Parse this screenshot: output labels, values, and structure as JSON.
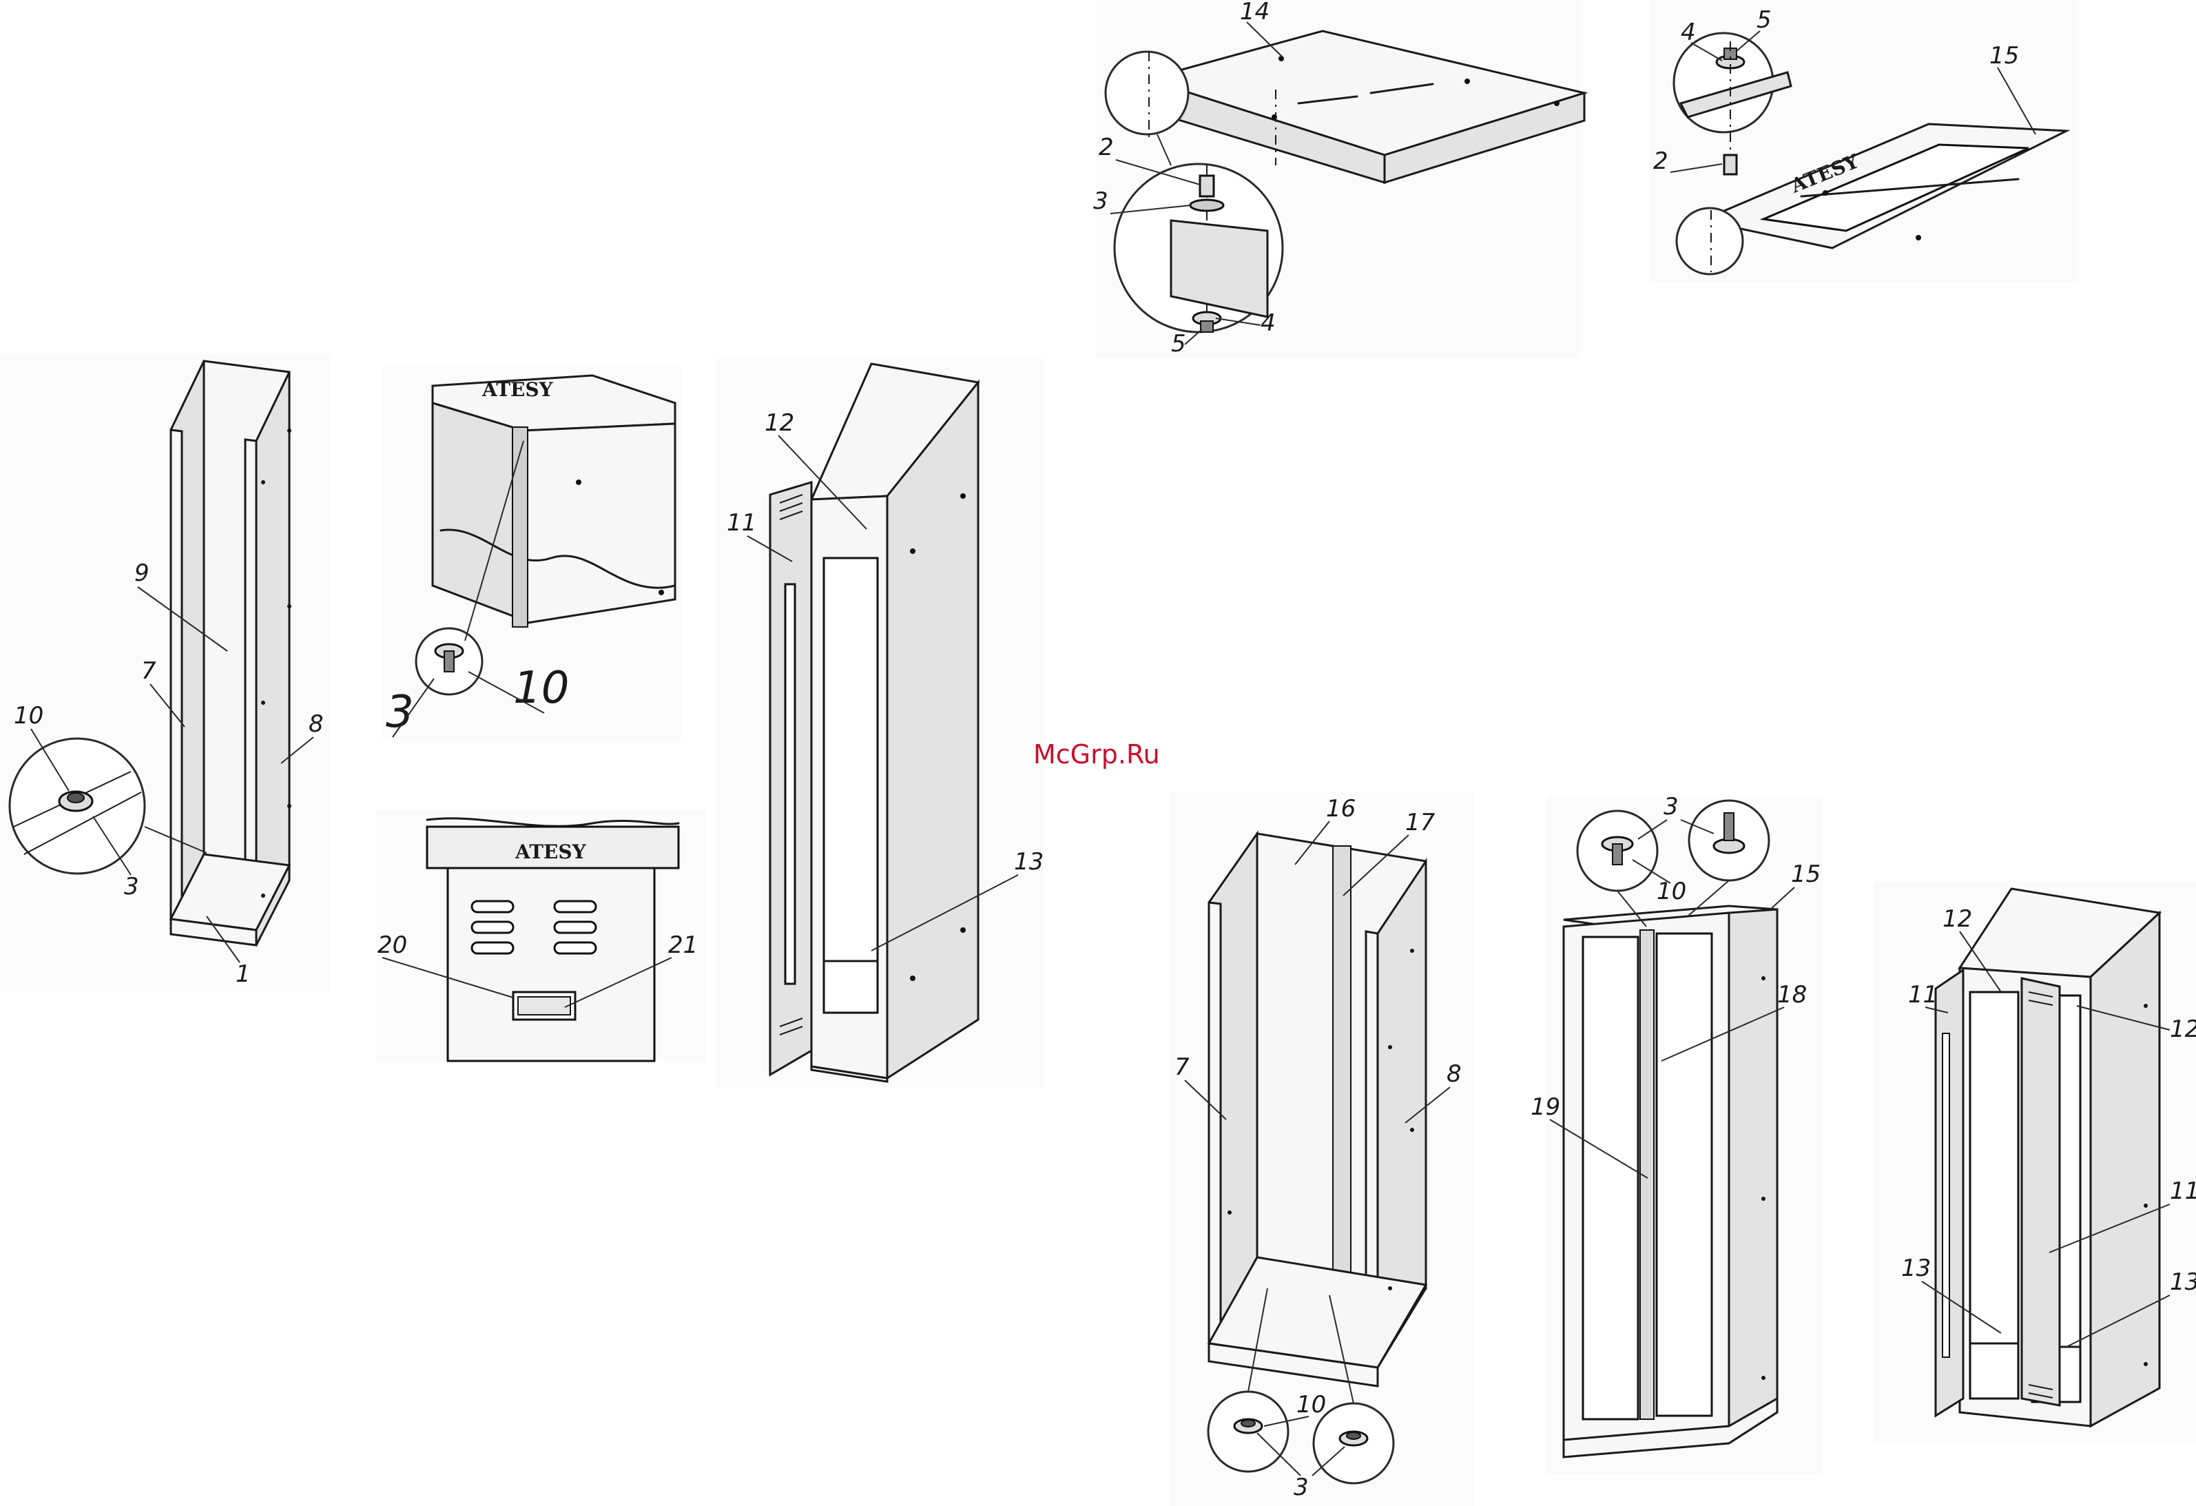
{
  "watermark": {
    "text": "McGrp.Ru",
    "color": "#c8102e"
  },
  "brand": "ATESY",
  "callouts": {
    "a1": "10",
    "a2": "9",
    "a3": "7",
    "a4": "8",
    "a5": "3",
    "a6": "1",
    "b1": "3",
    "b2": "10",
    "c1": "20",
    "c2": "21",
    "d1": "12",
    "d2": "11",
    "d3": "13",
    "e1": "14",
    "e2": "2",
    "e3": "3",
    "e4": "4",
    "e5": "5",
    "f1": "4",
    "f2": "5",
    "f3": "15",
    "f4": "2",
    "g1": "16",
    "g2": "17",
    "g3": "7",
    "g4": "8",
    "g5": "10",
    "g6": "3",
    "h1": "3",
    "h2": "10",
    "h3": "15",
    "h4": "18",
    "h5": "19",
    "i1": "12",
    "i2": "11",
    "i3": "12",
    "i4": "11",
    "i5": "13",
    "i6": "13"
  }
}
